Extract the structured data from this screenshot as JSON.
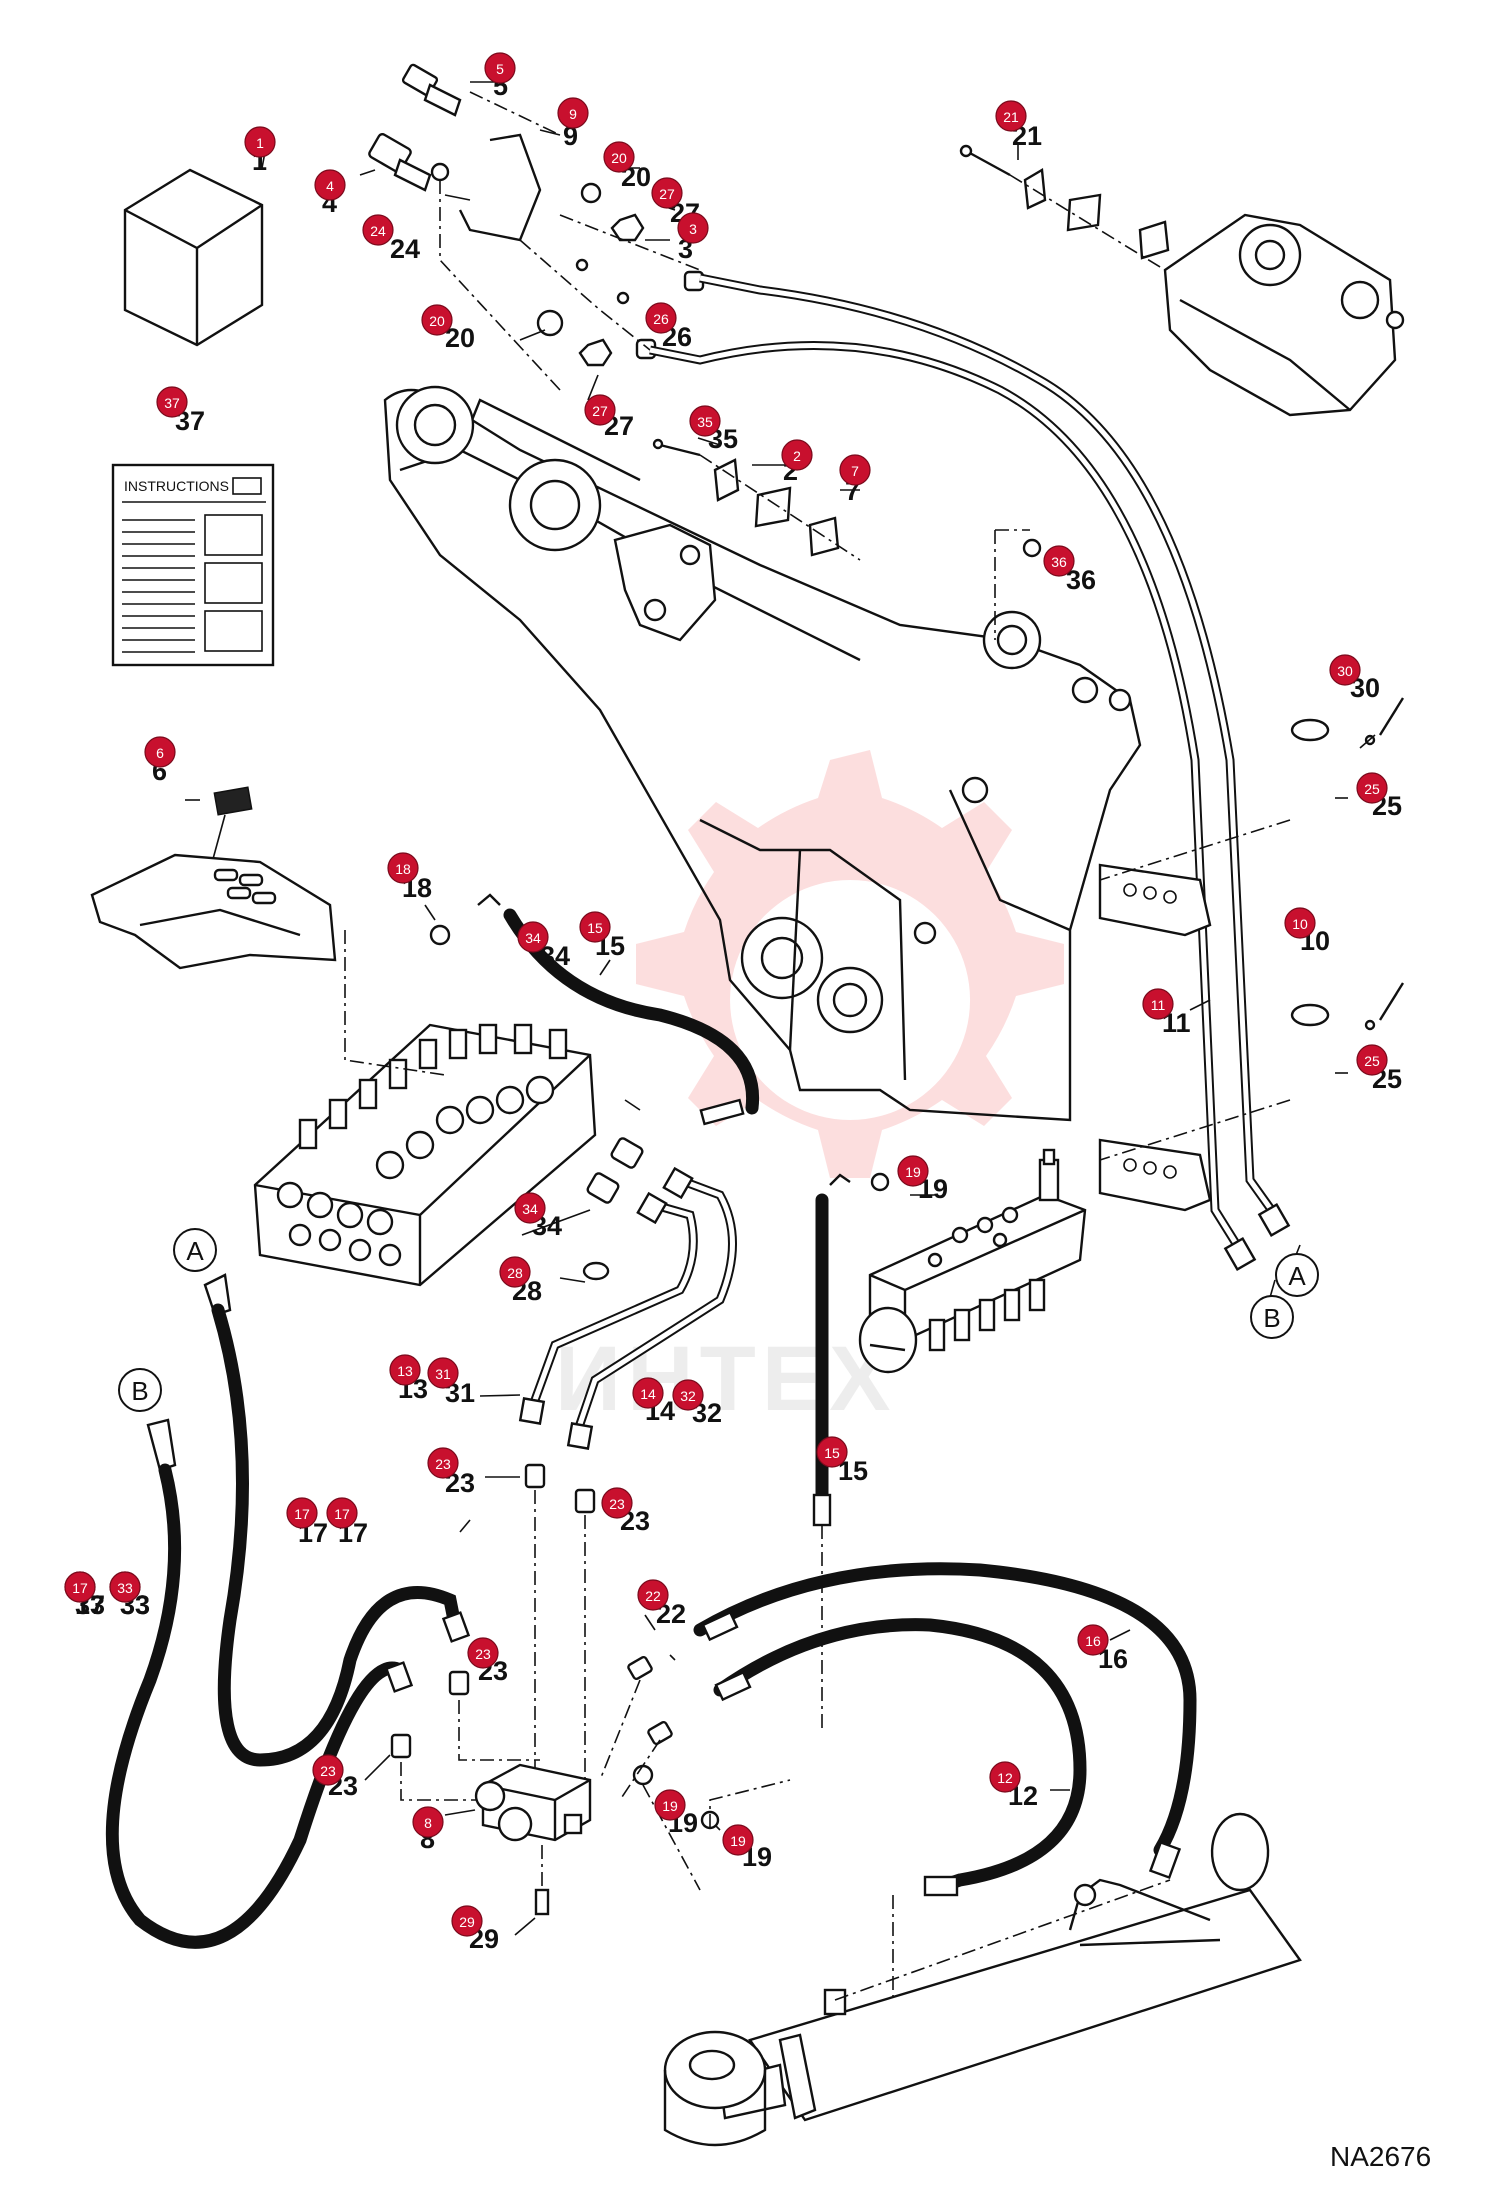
{
  "figure_id": "NA2676",
  "watermark_text": "ИНТЕХ",
  "instructions_label": "INSTRUCTIONS",
  "colors": {
    "bubble": "#c8102e",
    "line": "#111111",
    "watermark": "#f26b6b"
  },
  "callouts": [
    {
      "num": "1"
    },
    {
      "num": "2"
    },
    {
      "num": "3"
    },
    {
      "num": "4"
    },
    {
      "num": "5"
    },
    {
      "num": "6"
    },
    {
      "num": "7"
    },
    {
      "num": "8"
    },
    {
      "num": "9"
    },
    {
      "num": "10"
    },
    {
      "num": "11"
    },
    {
      "num": "12"
    },
    {
      "num": "13"
    },
    {
      "num": "14"
    },
    {
      "num": "15"
    },
    {
      "num": "16"
    },
    {
      "num": "17"
    },
    {
      "num": "18"
    },
    {
      "num": "19"
    },
    {
      "num": "20"
    },
    {
      "num": "21"
    },
    {
      "num": "22"
    },
    {
      "num": "23"
    },
    {
      "num": "24"
    },
    {
      "num": "25"
    },
    {
      "num": "26"
    },
    {
      "num": "27"
    },
    {
      "num": "28"
    },
    {
      "num": "29"
    },
    {
      "num": "30"
    },
    {
      "num": "31"
    },
    {
      "num": "32"
    },
    {
      "num": "33"
    },
    {
      "num": "34"
    },
    {
      "num": "35"
    },
    {
      "num": "36"
    },
    {
      "num": "37"
    }
  ],
  "references": [
    {
      "letter": "A"
    },
    {
      "letter": "B"
    }
  ]
}
